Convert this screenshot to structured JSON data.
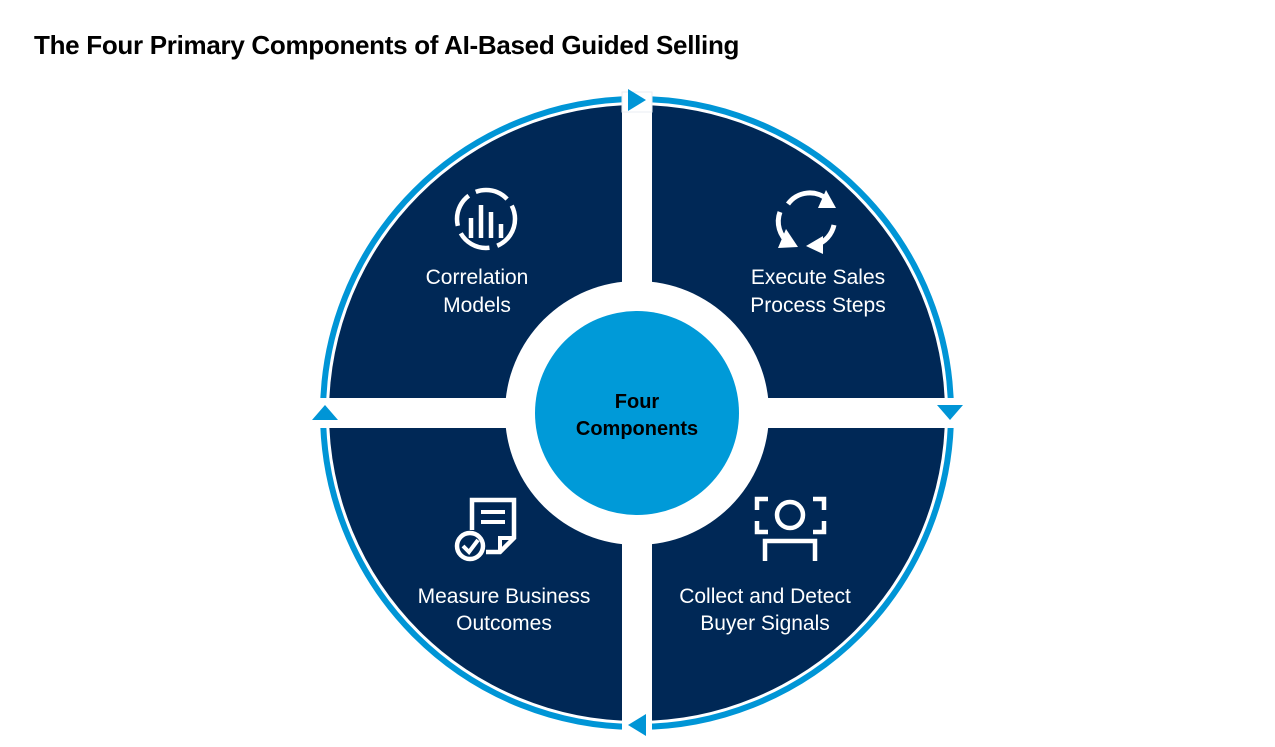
{
  "title": "The Four Primary Components of AI-Based Guided Selling",
  "colors": {
    "quadrant": "#002856",
    "ring": "#0095D6",
    "center": "#009AD8",
    "gap": "#ffffff",
    "quadrant_text": "#ffffff",
    "center_text": "#000000"
  },
  "center": {
    "line1": "Four",
    "line2": "Components"
  },
  "quadrants": [
    {
      "position": "top-left",
      "icon": "bar-chart-ring-icon",
      "line1": "Correlation",
      "line2": "Models"
    },
    {
      "position": "top-right",
      "icon": "cycle-arrows-icon",
      "line1": "Execute Sales",
      "line2": "Process Steps"
    },
    {
      "position": "bottom-right",
      "icon": "person-scan-icon",
      "line1": "Collect and Detect",
      "line2": "Buyer Signals"
    },
    {
      "position": "bottom-left",
      "icon": "document-check-icon",
      "line1": "Measure Business",
      "line2": "Outcomes"
    }
  ],
  "flow_direction": "clockwise"
}
